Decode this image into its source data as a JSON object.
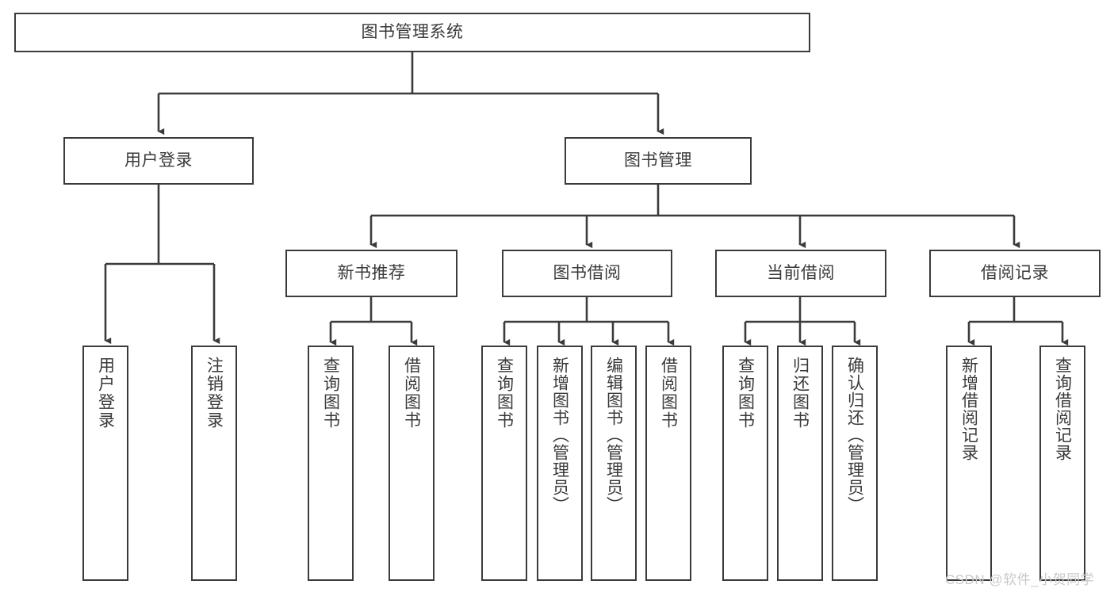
{
  "diagram": {
    "type": "tree-flowchart",
    "title": "图书管理系统",
    "watermark": "CSDN @软件_小贺同学",
    "style": {
      "box_border_color": "#3b3b3b",
      "box_fill_color": "#ffffff",
      "edge_color": "#3b3b3b",
      "text_color": "#3a3a3a",
      "background_color": "#ffffff",
      "watermark_color": "#c9c9c9"
    },
    "nodes": {
      "root": {
        "label": "图书管理系统",
        "level": 0,
        "orientation": "horizontal"
      },
      "user_login": {
        "label": "用户登录",
        "level": 1,
        "orientation": "horizontal"
      },
      "book_manage": {
        "label": "图书管理",
        "level": 1,
        "orientation": "horizontal"
      },
      "new_book_rec": {
        "label": "新书推荐",
        "level": 2,
        "orientation": "horizontal"
      },
      "book_borrow": {
        "label": "图书借阅",
        "level": 2,
        "orientation": "horizontal"
      },
      "current_borrow": {
        "label": "当前借阅",
        "level": 2,
        "orientation": "horizontal"
      },
      "borrow_record": {
        "label": "借阅记录",
        "level": 2,
        "orientation": "horizontal"
      },
      "leaf_user_login": {
        "label": "用户登录",
        "level": 3,
        "orientation": "vertical"
      },
      "leaf_logout": {
        "label": "注销登录",
        "level": 3,
        "orientation": "vertical"
      },
      "leaf_query_book_1": {
        "label": "查询图书",
        "level": 3,
        "orientation": "vertical"
      },
      "leaf_borrow_book_1": {
        "label": "借阅图书",
        "level": 3,
        "orientation": "vertical"
      },
      "leaf_query_book_2": {
        "label": "查询图书",
        "level": 3,
        "orientation": "vertical"
      },
      "leaf_add_book": {
        "label": "新增图书（管理员）",
        "level": 3,
        "orientation": "vertical"
      },
      "leaf_edit_book": {
        "label": "编辑图书（管理员）",
        "level": 3,
        "orientation": "vertical"
      },
      "leaf_borrow_book_2": {
        "label": "借阅图书",
        "level": 3,
        "orientation": "vertical"
      },
      "leaf_query_book_3": {
        "label": "查询图书",
        "level": 3,
        "orientation": "vertical"
      },
      "leaf_return_book": {
        "label": "归还图书",
        "level": 3,
        "orientation": "vertical"
      },
      "leaf_confirm_return": {
        "label": "确认归还（管理员）",
        "level": 3,
        "orientation": "vertical"
      },
      "leaf_add_record": {
        "label": "新增借阅记录",
        "level": 3,
        "orientation": "vertical"
      },
      "leaf_query_record": {
        "label": "查询借阅记录",
        "level": 3,
        "orientation": "vertical"
      }
    },
    "edges": [
      {
        "from": "root",
        "to": "user_login"
      },
      {
        "from": "root",
        "to": "book_manage"
      },
      {
        "from": "user_login",
        "to": "leaf_user_login"
      },
      {
        "from": "user_login",
        "to": "leaf_logout"
      },
      {
        "from": "book_manage",
        "to": "new_book_rec"
      },
      {
        "from": "book_manage",
        "to": "book_borrow"
      },
      {
        "from": "book_manage",
        "to": "current_borrow"
      },
      {
        "from": "book_manage",
        "to": "borrow_record"
      },
      {
        "from": "new_book_rec",
        "to": "leaf_query_book_1"
      },
      {
        "from": "new_book_rec",
        "to": "leaf_borrow_book_1"
      },
      {
        "from": "book_borrow",
        "to": "leaf_query_book_2"
      },
      {
        "from": "book_borrow",
        "to": "leaf_add_book"
      },
      {
        "from": "book_borrow",
        "to": "leaf_edit_book"
      },
      {
        "from": "book_borrow",
        "to": "leaf_borrow_book_2"
      },
      {
        "from": "current_borrow",
        "to": "leaf_query_book_3"
      },
      {
        "from": "current_borrow",
        "to": "leaf_return_book"
      },
      {
        "from": "current_borrow",
        "to": "leaf_confirm_return"
      },
      {
        "from": "borrow_record",
        "to": "leaf_add_record"
      },
      {
        "from": "borrow_record",
        "to": "leaf_query_record"
      }
    ]
  }
}
